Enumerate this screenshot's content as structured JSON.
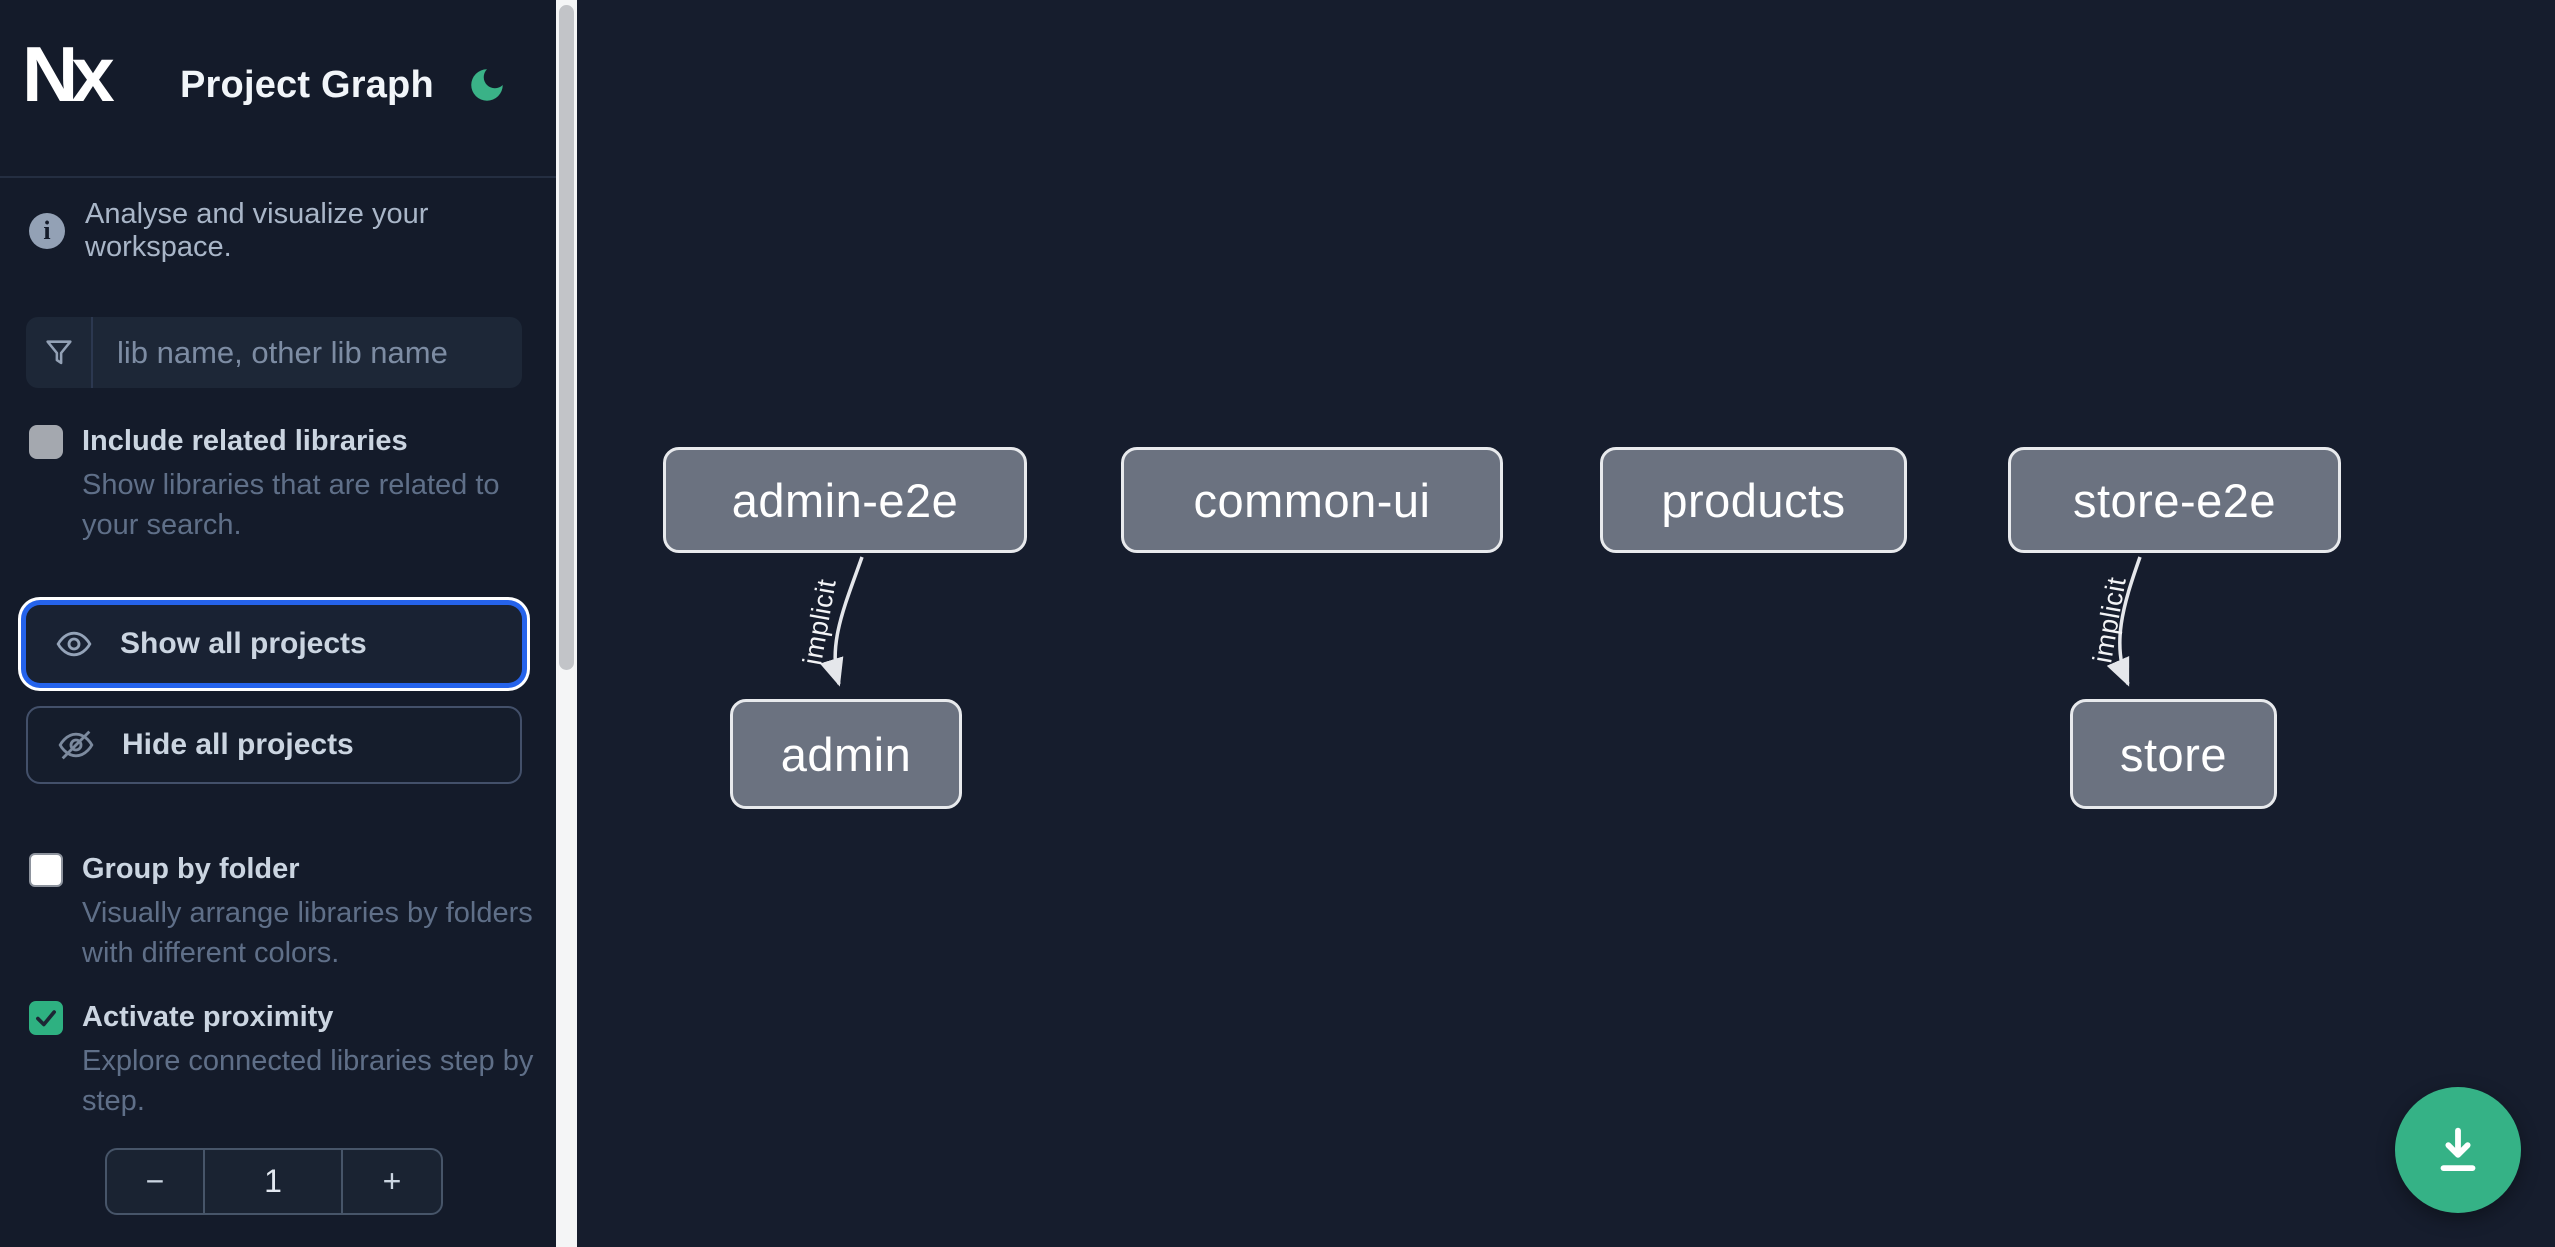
{
  "app": {
    "brand": "Nx",
    "title": "Project Graph"
  },
  "theme": {
    "sidebar_bg": "#141b2a",
    "canvas_bg": "#161d2d",
    "accent_green": "#35b286",
    "focus_blue": "#2563eb",
    "node_fill": "#6b7280",
    "node_border": "#e8eaed",
    "edge_color": "#e5e7eb"
  },
  "sidebar": {
    "tagline": "Analyse and visualize your workspace.",
    "search": {
      "placeholder": "lib name, other lib name"
    },
    "options": [
      {
        "label": "Include related libraries",
        "description": "Show libraries that are related to your search.",
        "checked": false
      },
      {
        "label": "Group by folder",
        "description": "Visually arrange libraries by folders with different colors.",
        "checked": false
      },
      {
        "label": "Activate proximity",
        "description": "Explore connected libraries step by step.",
        "checked": true
      }
    ],
    "buttons": {
      "show_all": "Show all projects",
      "hide_all": "Hide all projects"
    },
    "stepper": {
      "decrement": "−",
      "value": "1",
      "increment": "+"
    }
  },
  "icons": {
    "info_glyph": "i"
  },
  "graph": {
    "nodes": [
      {
        "label": "admin-e2e"
      },
      {
        "label": "common-ui"
      },
      {
        "label": "products"
      },
      {
        "label": "store-e2e"
      },
      {
        "label": "admin"
      },
      {
        "label": "store"
      }
    ],
    "edges": [
      {
        "from": "admin-e2e",
        "to": "admin",
        "label": "implicit"
      },
      {
        "from": "store-e2e",
        "to": "store",
        "label": "implicit"
      }
    ]
  }
}
